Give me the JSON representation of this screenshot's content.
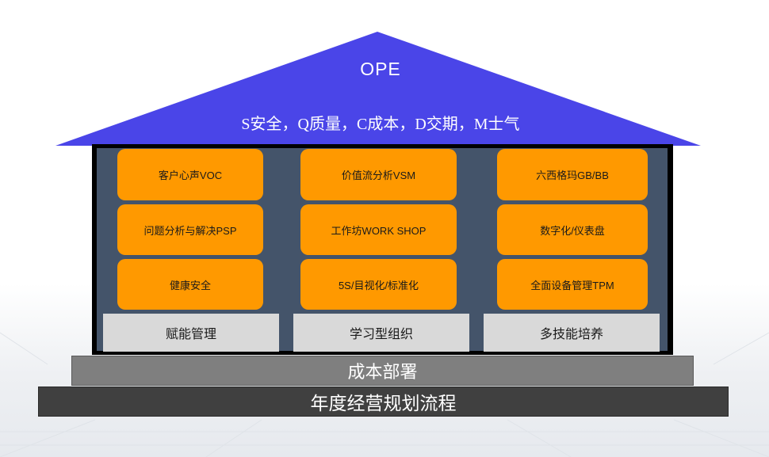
{
  "colors": {
    "roof": "#4a45e8",
    "frame": "#000000",
    "inner": "#44546a",
    "box": "#ff9900",
    "pillar": "#d9d9d9",
    "base_top": "#7f7f7f",
    "base_bottom": "#404040"
  },
  "roof": {
    "title": "OPE",
    "subtitle": "S安全，Q质量，C成本，D交期，M士气"
  },
  "columns": [
    {
      "boxes": [
        "客户心声VOC",
        "问题分析与解决PSP",
        "健康安全"
      ],
      "pillar": "赋能管理"
    },
    {
      "boxes": [
        "价值流分析VSM",
        "工作坊WORK SHOP",
        "5S/目视化/标准化"
      ],
      "pillar": "学习型组织"
    },
    {
      "boxes": [
        "六西格玛GB/BB",
        "数字化/仪表盘",
        "全面设备管理TPM"
      ],
      "pillar": "多技能培养"
    }
  ],
  "foundation": {
    "upper": "成本部署",
    "lower": "年度经营规划流程"
  }
}
